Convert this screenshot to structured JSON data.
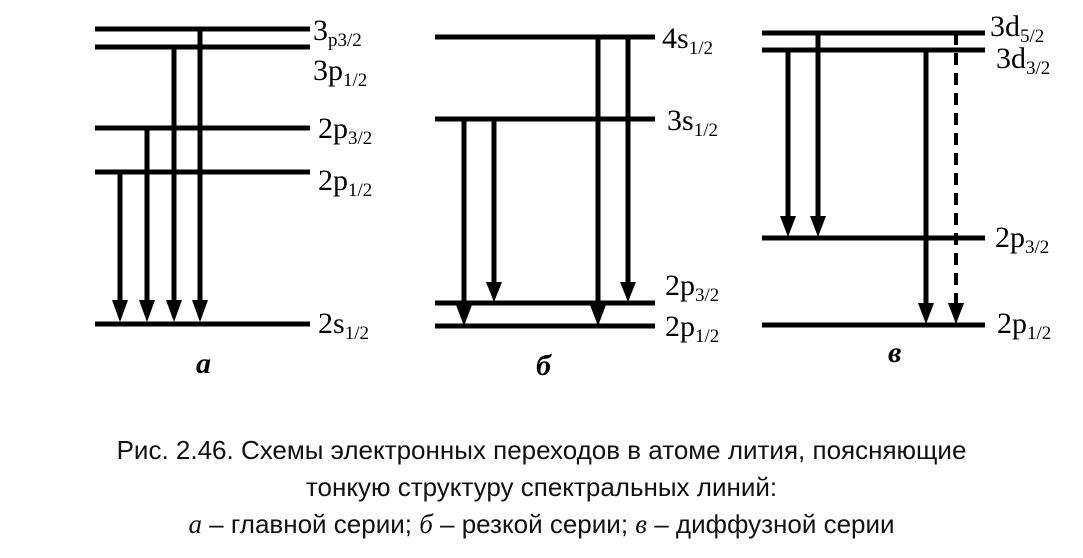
{
  "panels": [
    {
      "id": "a",
      "label": "а",
      "levels": [
        {
          "main": "3",
          "sub": "p3/2"
        },
        {
          "main": "3p",
          "sub": "1/2"
        },
        {
          "main": "2p",
          "sub": "3/2"
        },
        {
          "main": "2p",
          "sub": "1/2"
        },
        {
          "main": "2s",
          "sub": "1/2"
        }
      ]
    },
    {
      "id": "b",
      "label": "б",
      "levels": [
        {
          "main": "4s",
          "sub": "1/2"
        },
        {
          "main": "3s",
          "sub": "1/2"
        },
        {
          "main": "2p",
          "sub": "3/2"
        },
        {
          "main": "2p",
          "sub": "1/2"
        }
      ]
    },
    {
      "id": "c",
      "label": "в",
      "levels": [
        {
          "main": "3d",
          "sub": "5/2"
        },
        {
          "main": "3d",
          "sub": "3/2"
        },
        {
          "main": "2p",
          "sub": "3/2"
        },
        {
          "main": "2p",
          "sub": "1/2"
        }
      ]
    }
  ],
  "caption": {
    "line1": "Рис. 2.46. Схемы электронных переходов в атоме лития, поясняющие",
    "line2": "тонкую структуру спектральных линий:",
    "line3_a": "а",
    "line3_a_text": " – главной серии; ",
    "line3_b": "б",
    "line3_b_text": " – резкой серии; ",
    "line3_c": "в",
    "line3_c_text": " – диффузной серии"
  }
}
